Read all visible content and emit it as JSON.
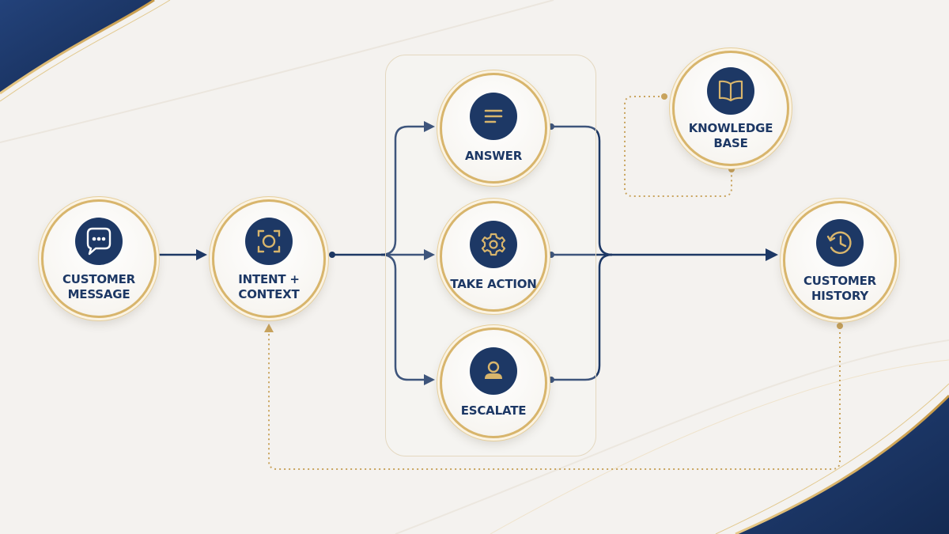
{
  "colors": {
    "navy": "#1d3865",
    "gold": "#d8b56c",
    "background": "#f4f2ef"
  },
  "nodes": {
    "customer_message": {
      "label_line1": "CUSTOMER",
      "label_line2": "MESSAGE",
      "icon": "chat-bubble-icon"
    },
    "intent_context": {
      "label_line1": "INTENT +",
      "label_line2": "CONTEXT",
      "icon": "focus-scan-icon"
    },
    "answer": {
      "label_line1": "ANSWER",
      "icon": "text-lines-icon"
    },
    "take_action": {
      "label_line1": "TAKE ACTION",
      "icon": "gear-icon"
    },
    "escalate": {
      "label_line1": "ESCALATE",
      "icon": "person-icon"
    },
    "knowledge_base": {
      "label_line1": "KNOWLEDGE",
      "label_line2": "BASE",
      "icon": "open-book-icon"
    },
    "customer_history": {
      "label_line1": "CUSTOMER",
      "label_line2": "HISTORY",
      "icon": "history-clock-icon"
    }
  }
}
